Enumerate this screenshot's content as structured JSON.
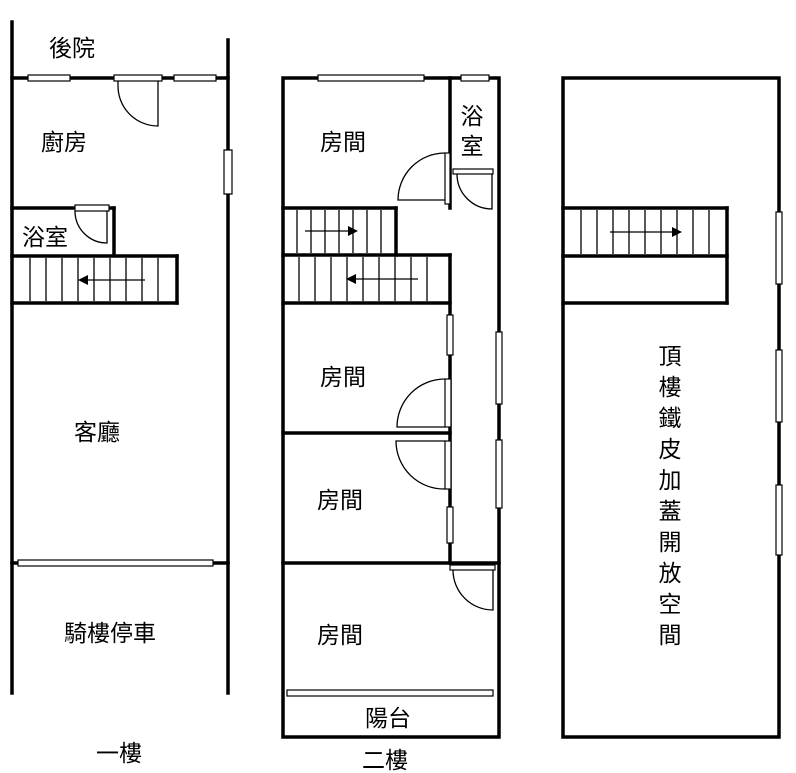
{
  "floor1": {
    "caption": "一樓",
    "rooms": {
      "backyard": "後院",
      "kitchen": "廚房",
      "bathroom": "浴室",
      "living_room": "客廳",
      "arcade_parking": "騎樓停車"
    }
  },
  "floor2": {
    "caption": "二樓",
    "rooms": {
      "room_1": "房間",
      "bathroom_line1": "浴",
      "bathroom_line2": "室",
      "room_2": "房間",
      "room_3": "房間",
      "room_4": "房間",
      "balcony": "陽台"
    }
  },
  "roof": {
    "label_chars": [
      "頂",
      "樓",
      "鐵",
      "皮",
      "加",
      "蓋",
      "開",
      "放",
      "空",
      "間"
    ]
  }
}
